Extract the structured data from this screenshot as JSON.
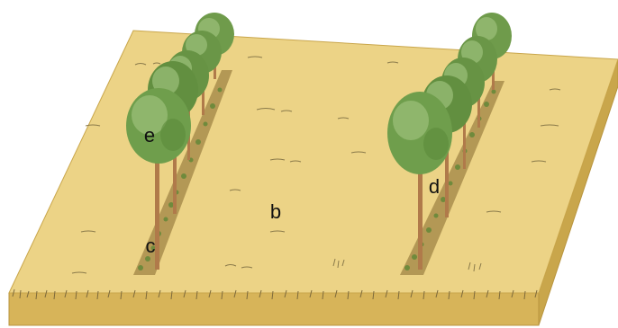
{
  "labels": {
    "e": "e",
    "b": "b",
    "d": "d",
    "c": "c"
  },
  "colors": {
    "field_top": "#ecd386",
    "field_side": "#d9b95e",
    "field_edge": "#c9a64b",
    "tree_dark": "#5f8d3f",
    "tree_mid": "#7aa655",
    "tree_light": "#9cc07a",
    "trunk": "#b07a4a",
    "hedge_soil": "#9a7a3c",
    "grass_stroke": "#8a7a4a"
  },
  "icons": {
    "field": "field-strip-icon",
    "tree_row": "tree-row-icon",
    "shrub_strip": "shrub-strip-icon"
  }
}
